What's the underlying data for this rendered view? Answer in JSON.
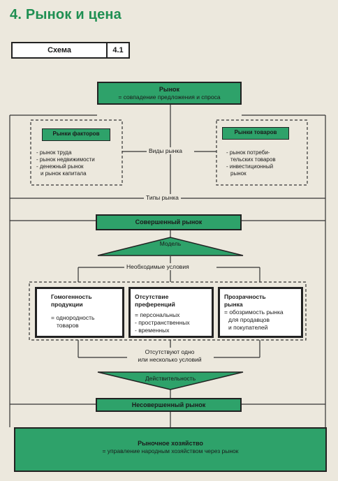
{
  "heading": "4. Рынок и цена",
  "scheme": {
    "label": "Схема",
    "number": "4.1"
  },
  "market": {
    "title": "Рынок",
    "desc": "= совпадение предложения и спроса"
  },
  "factor_markets": {
    "title": "Рынки факторов",
    "items": [
      "- рынок труда",
      "- рынок недвижимости",
      "- денежный рынок",
      "и рынок капитала"
    ]
  },
  "goods_markets": {
    "title": "Рынки товаров",
    "items": [
      "- рынок потреби-",
      "тельских товаров",
      "- инвестиционный",
      "рынок"
    ]
  },
  "kinds_label": "Виды рынка",
  "types_label": "Типы рынка",
  "perfect_market": "Совершенный рынок",
  "model_label": "Модель",
  "conditions_label": "Необходимые условия",
  "conditions": [
    {
      "title": [
        "Гомогенность",
        "продукции"
      ],
      "items": [
        "= однородность",
        "товаров"
      ]
    },
    {
      "title": [
        "Отсутствие",
        "преференций"
      ],
      "items": [
        "= персональных",
        "- пространственных",
        "- временных"
      ]
    },
    {
      "title": [
        "Прозрачность",
        "рынка"
      ],
      "items": [
        "= обозримость рынка",
        "для продавцов",
        "и покупателей"
      ]
    }
  ],
  "missing_label": [
    "Отсутствуют одно",
    "или несколько условий"
  ],
  "reality_label": "Действительность",
  "imperfect_market": "Несовершенный рынок",
  "market_economy": {
    "title": "Рыночное хозяйство",
    "desc": "= управление народным хозяйством через рынок"
  },
  "colors": {
    "accent": "#2ea26a",
    "heading": "#1f8f52",
    "background": "#ece8dd"
  }
}
